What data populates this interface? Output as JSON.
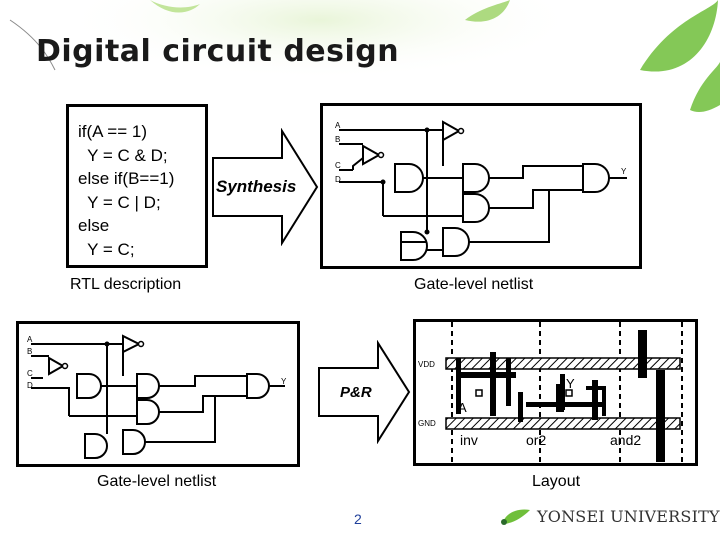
{
  "slide": {
    "title": "Digital circuit design",
    "page_number": "2",
    "university": "YONSEI UNIVERSITY"
  },
  "rtl": {
    "code": "if(A == 1)\n  Y = C & D;\nelse if(B==1)\n  Y = C | D;\nelse\n  Y = C;",
    "caption": "RTL description"
  },
  "arrows": {
    "synthesis": "Synthesis",
    "pr": "P&R"
  },
  "netlist_top": {
    "caption": "Gate-level netlist",
    "inputs": [
      "A",
      "B",
      "C",
      "D"
    ],
    "output": "Y"
  },
  "netlist_bottom": {
    "caption": "Gate-level netlist",
    "inputs": [
      "A",
      "B",
      "C",
      "D"
    ],
    "output": "Y"
  },
  "layout": {
    "caption": "Layout",
    "vdd": "VDD",
    "gnd": "GND",
    "pin_a": "A",
    "pin_y": "Y",
    "cells": [
      "inv",
      "or2",
      "and2"
    ]
  },
  "colors": {
    "leaf_green": "#6fbf3a",
    "page_number": "#1f3f9a"
  }
}
